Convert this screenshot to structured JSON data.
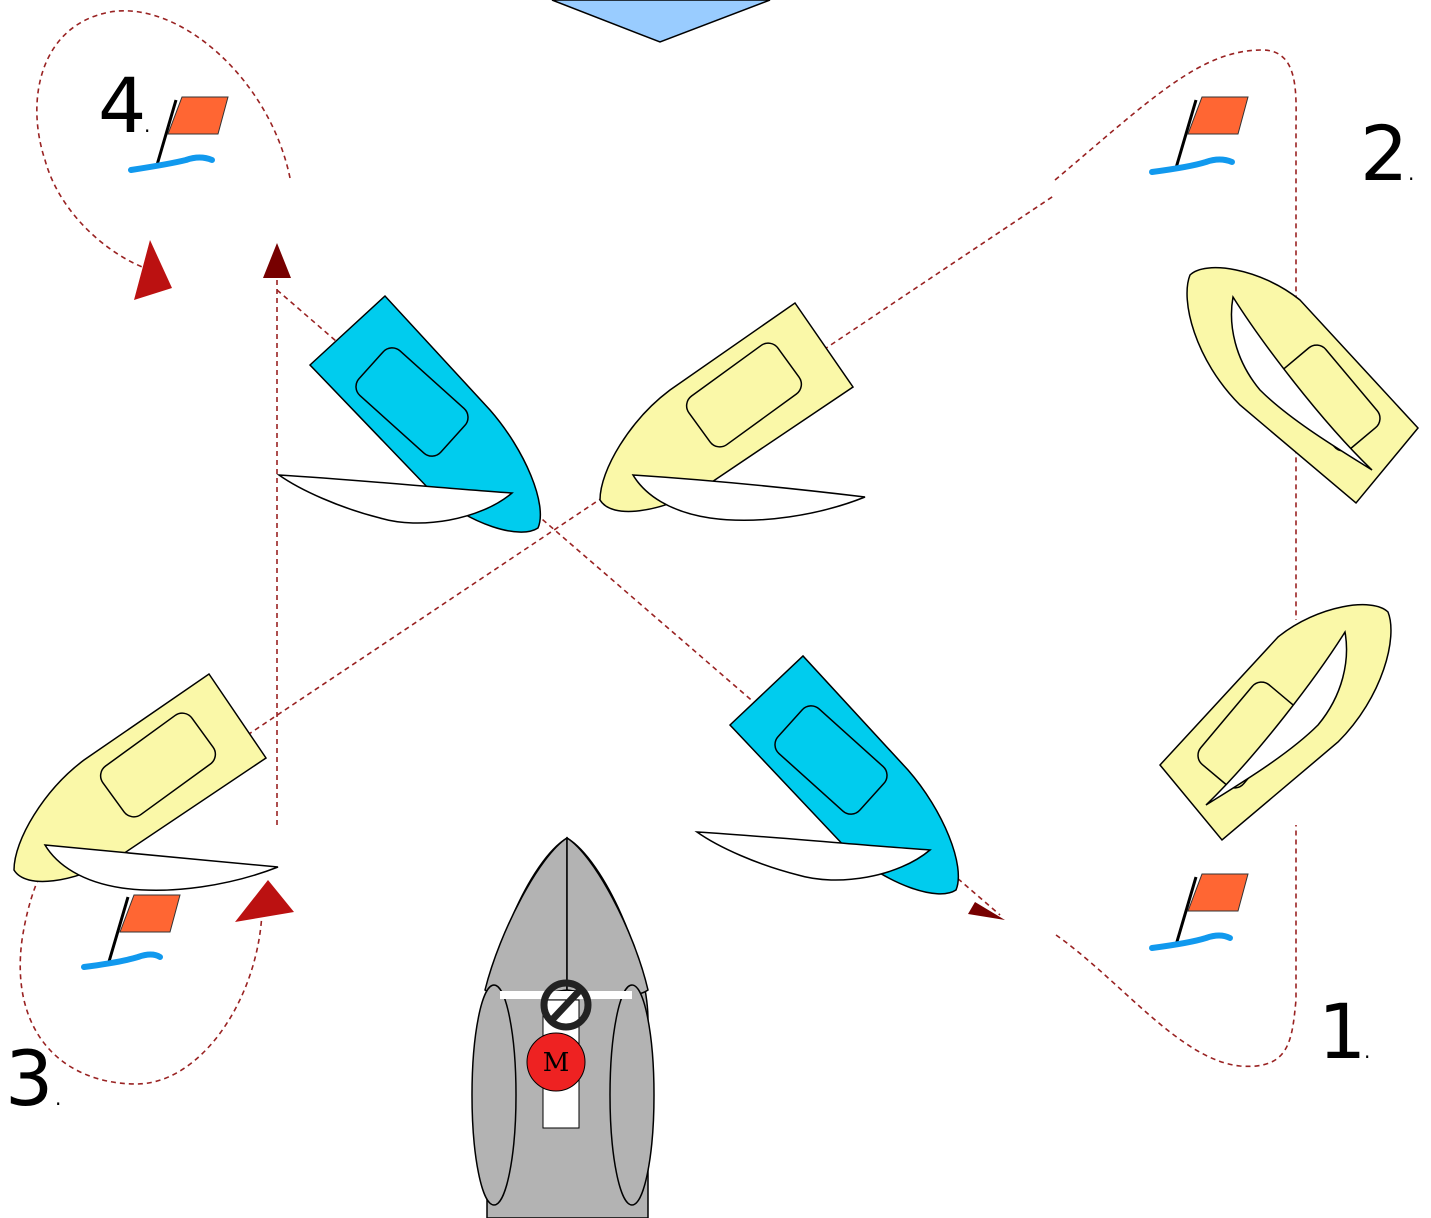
{
  "diagram": {
    "marks": [
      {
        "number": "1",
        "dot": "."
      },
      {
        "number": "2",
        "dot": "."
      },
      {
        "number": "3",
        "dot": "."
      },
      {
        "number": "4",
        "dot": "."
      }
    ],
    "motorboat": {
      "engine_label": "M"
    },
    "colors": {
      "yacht_hull": "#faf8a8",
      "motorboat_hull": "#00ccee",
      "water": "#99ccff",
      "flag": "#ff6633",
      "wave": "#1199ee",
      "course_line": "#992222",
      "arrow": "#bb1111",
      "engine": "#ee2222",
      "committee_boat": "#b3b3b3"
    }
  }
}
